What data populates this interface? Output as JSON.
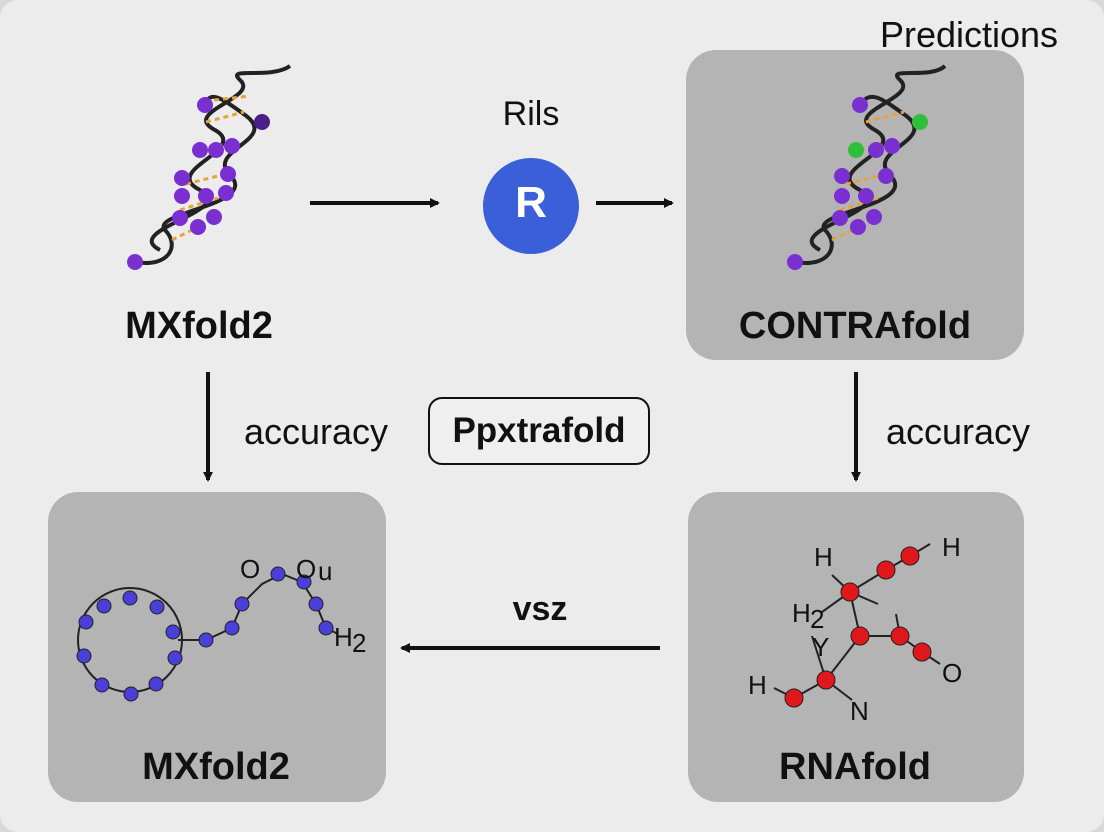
{
  "labels": {
    "predictions": "Predictions",
    "rils": "Rils",
    "r_badge": "R",
    "top_left": "MXfold2",
    "top_right": "CONTRAfold",
    "accuracy_left": "accuracy",
    "accuracy_right": "accuracy",
    "center_box": "Ppxtrafold",
    "bottom_left": "MXfold2",
    "bottom_right": "RNAfold",
    "vsz": "vsz"
  },
  "molecule_text": {
    "o1": "O",
    "o2": "O",
    "o2_suffix": "u",
    "h2_left": "H",
    "h2_left_sub": "2",
    "h_top1": "H",
    "h_top2": "H",
    "h2_right": "H",
    "h2_right_sub": "2",
    "y_mark": "Y",
    "h_left": "H",
    "n_mark": "N",
    "o_right": "O"
  },
  "colors": {
    "purple_bead": "#7a2fd0",
    "green_bead": "#2fbf3a",
    "orange_rung": "#e8a23a",
    "blue_badge": "#3b5fd8",
    "blue_bead": "#4a3fd8",
    "red_bead": "#e0181c",
    "panel": "#b4b4b4"
  }
}
